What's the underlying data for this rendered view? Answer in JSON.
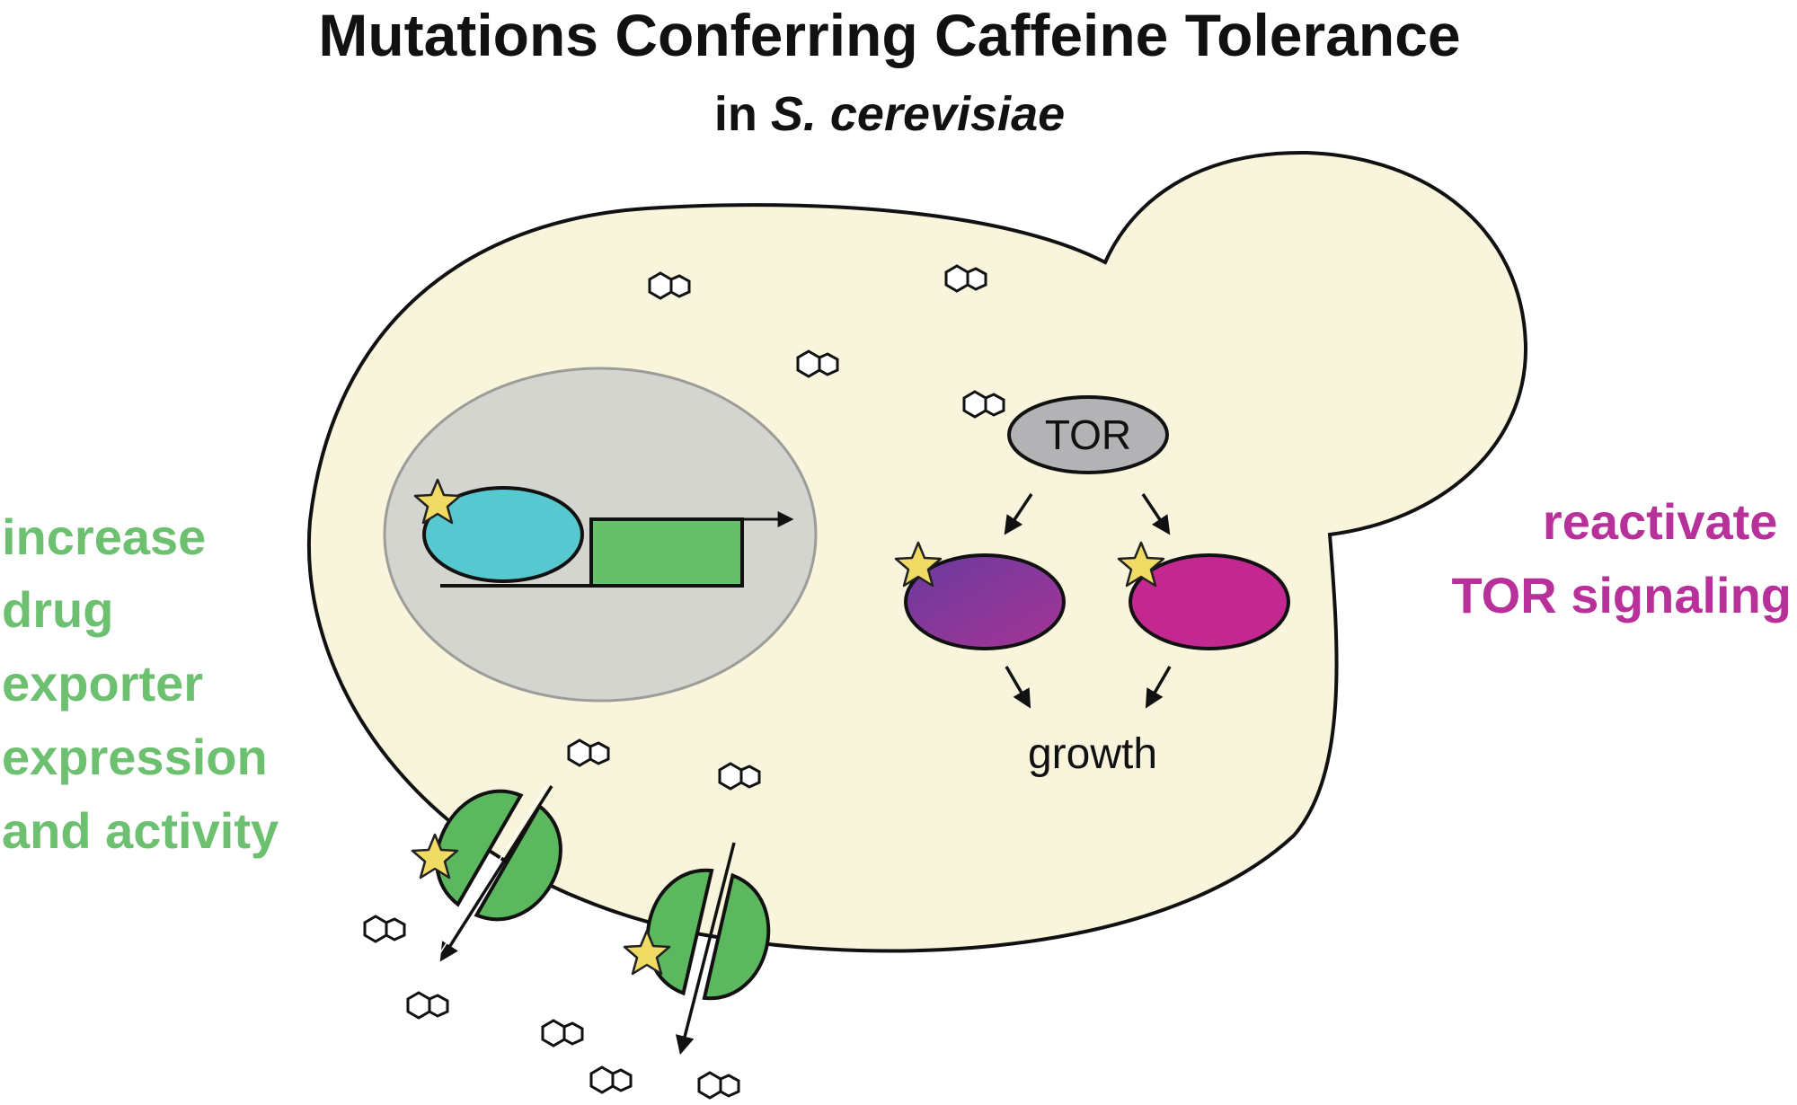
{
  "title": {
    "main": "Mutations Conferring Caffeine Tolerance",
    "sub_prefix": "in ",
    "sub_species": "S. cerevisiae"
  },
  "labels": {
    "left_lines": [
      "increase",
      "drug",
      "exporter",
      "expression",
      "and activity"
    ],
    "right_lines": [
      "reactivate",
      "TOR signaling"
    ],
    "tor": "TOR",
    "growth": "growth"
  },
  "colors": {
    "cell_fill": "#f8f5dc",
    "nucleus_fill": "#d5d5d0",
    "tf_cyan": "#57c8cf",
    "gene_green": "#66bf6a",
    "exporter_green": "#5cb85e",
    "purple": "#8a3aa3",
    "magenta": "#c2288f",
    "tor_gray": "#b3b3b5",
    "star_yellow": "#f0dc64",
    "left_text": "#6cc070",
    "right_text": "#b8309a"
  }
}
